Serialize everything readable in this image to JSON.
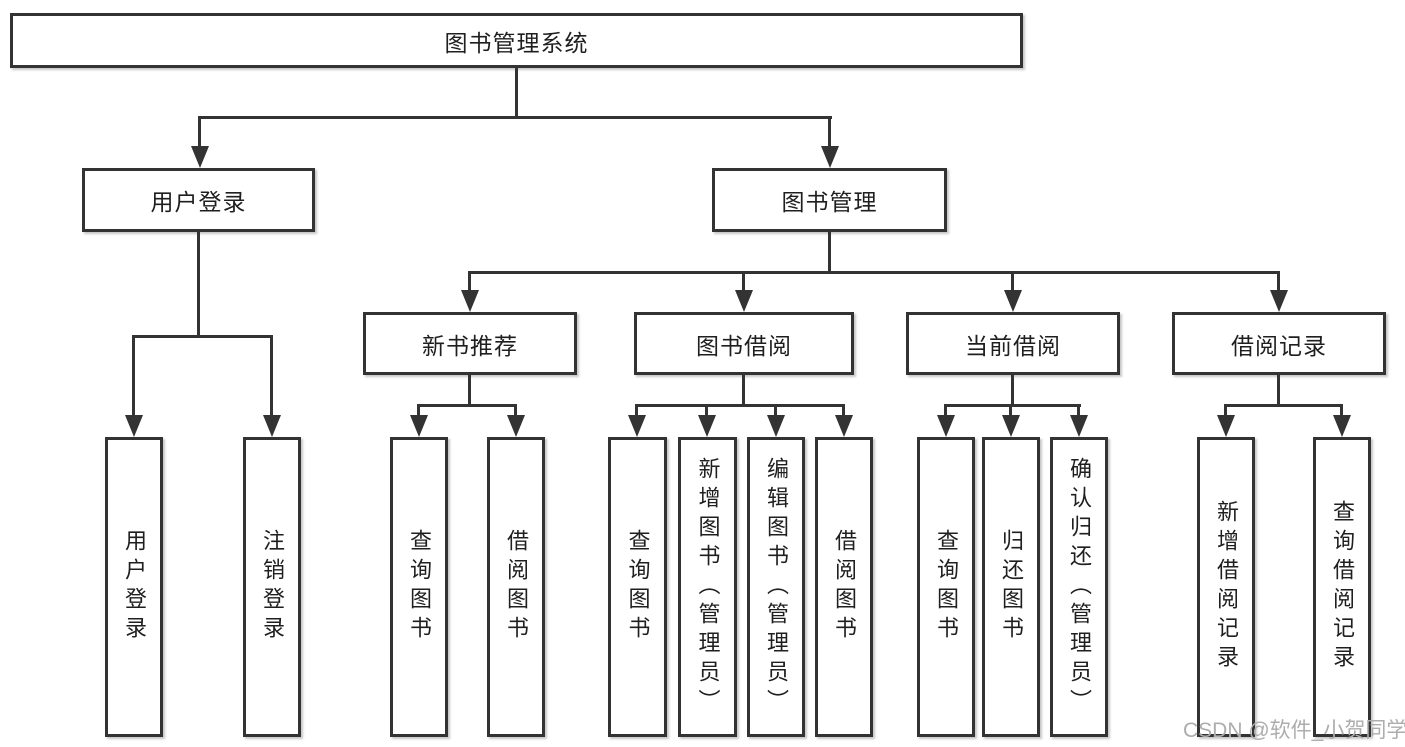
{
  "tree": {
    "label": "图书管理系统",
    "children": [
      {
        "label": "用户登录",
        "children": [
          {
            "label": "用户登录"
          },
          {
            "label": "注销登录"
          }
        ]
      },
      {
        "label": "图书管理",
        "children": [
          {
            "label": "新书推荐",
            "children": [
              {
                "label": "查询图书"
              },
              {
                "label": "借阅图书"
              }
            ]
          },
          {
            "label": "图书借阅",
            "children": [
              {
                "label": "查询图书"
              },
              {
                "label": "新增图书（管理员）"
              },
              {
                "label": "编辑图书（管理员）"
              },
              {
                "label": "借阅图书"
              }
            ]
          },
          {
            "label": "当前借阅",
            "children": [
              {
                "label": "查询图书"
              },
              {
                "label": "归还图书"
              },
              {
                "label": "确认归还（管理员）"
              }
            ]
          },
          {
            "label": "借阅记录",
            "children": [
              {
                "label": "新增借阅记录"
              },
              {
                "label": "查询借阅记录"
              }
            ]
          }
        ]
      }
    ]
  },
  "watermark": "CSDN @软件_小贺同学",
  "colors": {
    "line": "#333333",
    "border": "#333333",
    "text": "#1f1f1f",
    "watermark": "#adadad",
    "background": "#ffffff"
  }
}
